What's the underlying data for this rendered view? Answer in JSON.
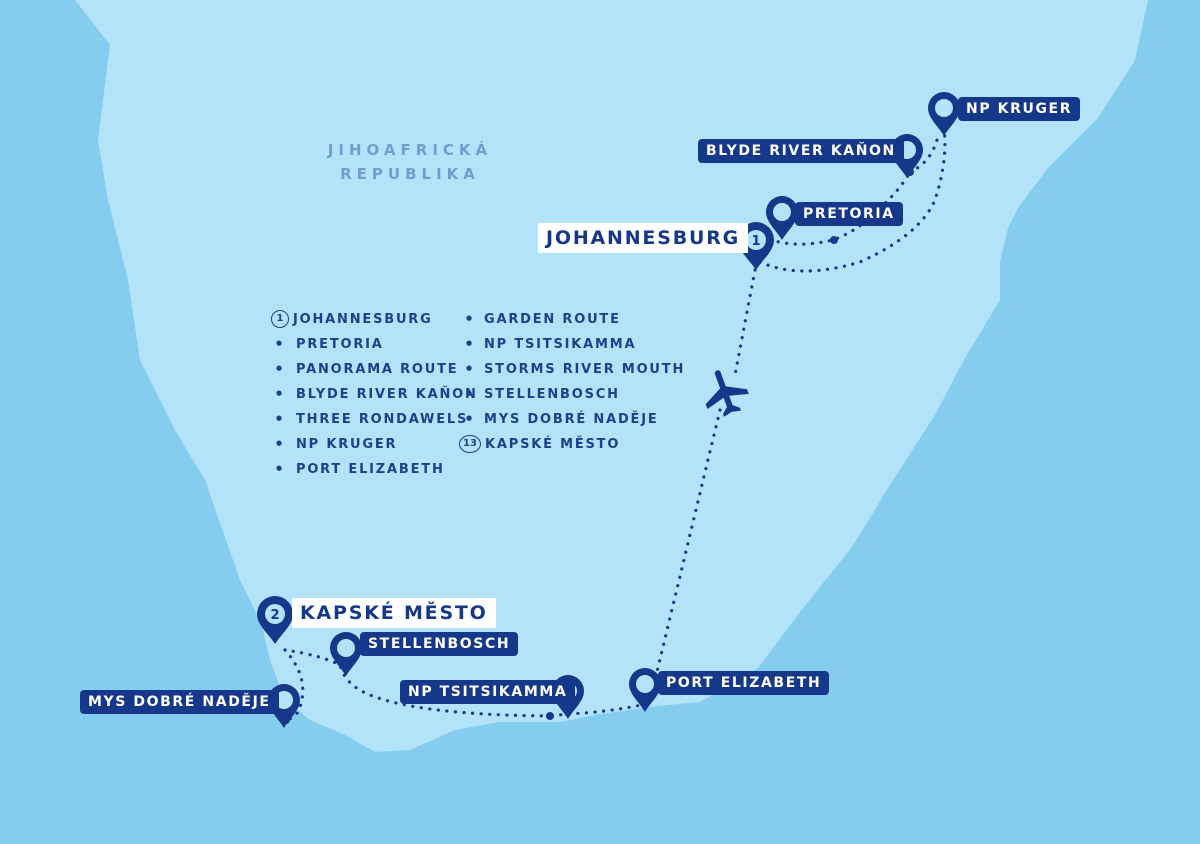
{
  "region_label": [
    "JIHOAFRICKÁ",
    "REPUBLIKA"
  ],
  "itinerary": {
    "col1": [
      {
        "marker": "1",
        "text": "JOHANNESBURG"
      },
      {
        "marker": "•",
        "text": "PRETORIA"
      },
      {
        "marker": "•",
        "text": "PANORAMA ROUTE"
      },
      {
        "marker": "•",
        "text": "BLYDE RIVER KAŇON"
      },
      {
        "marker": "•",
        "text": "THREE RONDAWELS"
      },
      {
        "marker": "•",
        "text": "NP KRUGER"
      },
      {
        "marker": "•",
        "text": "PORT ELIZABETH"
      }
    ],
    "col2": [
      {
        "marker": "•",
        "text": "GARDEN ROUTE"
      },
      {
        "marker": "•",
        "text": "NP TSITSIKAMMA"
      },
      {
        "marker": "•",
        "text": "STORMS RIVER MOUTH"
      },
      {
        "marker": "•",
        "text": "STELLENBOSCH"
      },
      {
        "marker": "•",
        "text": "MYS DOBRÉ NADĚJE"
      },
      {
        "marker": "13",
        "text": "KAPSKÉ MĚSTO"
      }
    ]
  },
  "places": {
    "np_kruger": {
      "name": "NP KRUGER"
    },
    "blyde": {
      "name": "BLYDE RIVER KAŇON"
    },
    "pretoria": {
      "name": "PRETORIA"
    },
    "johannesburg": {
      "name": "JOHANNESBURG",
      "number": "1"
    },
    "kapske_mesto": {
      "name": "KAPSKÉ MĚSTO",
      "number": "2"
    },
    "stellenbosch": {
      "name": "STELLENBOSCH"
    },
    "tsitsikamma": {
      "name": "NP TSITSIKAMMA"
    },
    "port_elizabeth": {
      "name": "PORT ELIZABETH"
    },
    "mys": {
      "name": "MYS DOBRÉ NADĚJE"
    }
  },
  "colors": {
    "sea": "#85cdee",
    "land": "#b3e3f9",
    "marker": "#15388a",
    "text": "#1f3f8a"
  }
}
